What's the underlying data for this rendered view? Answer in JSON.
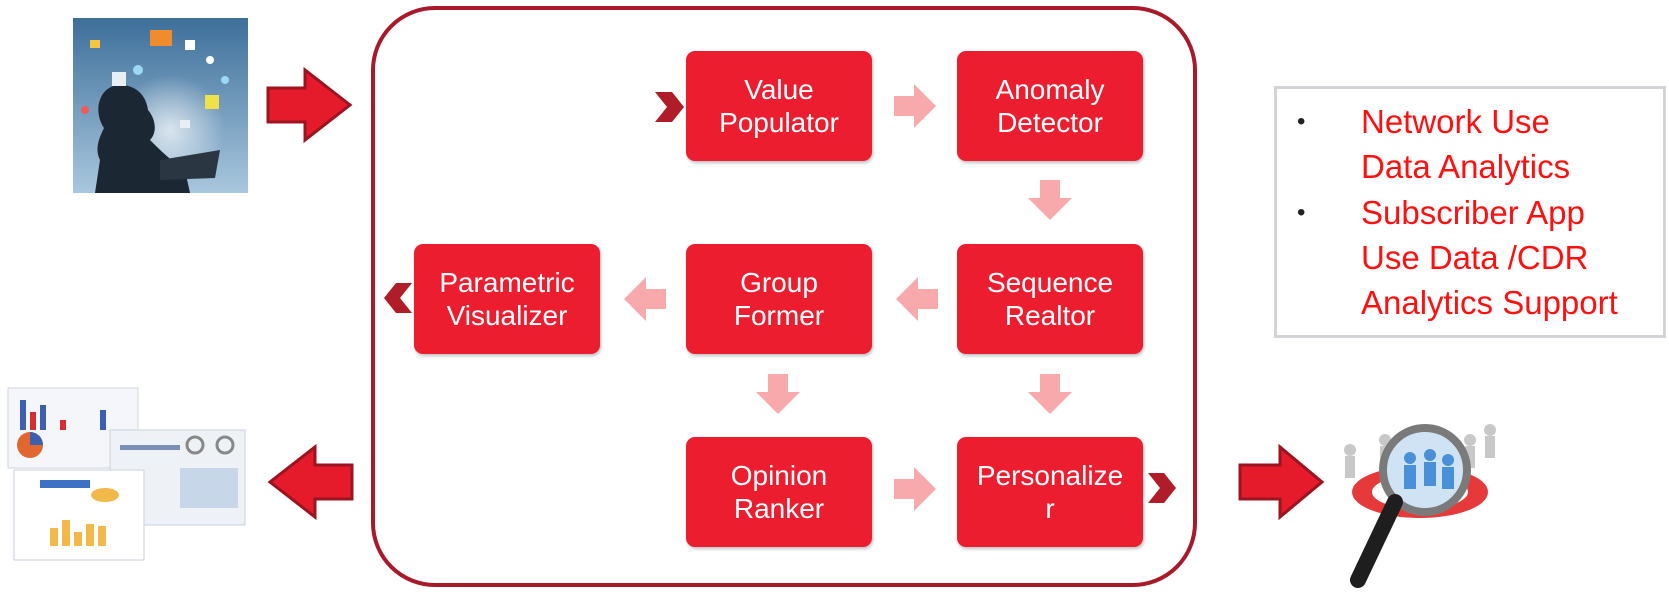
{
  "diagram": {
    "nodes": {
      "value_populator": "Value\nPopulator",
      "anomaly_detector": "Anomaly\nDetector",
      "sequence_realtor": "Sequence\nRealtor",
      "group_former": "Group\nFormer",
      "parametric_visualizer": "Parametric\nVisualizer",
      "opinion_ranker": "Opinion\nRanker",
      "personalizer": "Personalize\nr"
    },
    "bullets": [
      "Network Use\nData Analytics",
      "Subscriber App\nUse Data /CDR\nAnalytics Support"
    ],
    "bullet_symbol": "•",
    "images": {
      "top_left": "person-using-laptop-image",
      "bottom_left": "dashboard-screenshots-image",
      "bottom_right": "magnifier-over-people-image"
    },
    "colors": {
      "box_red": "#ec1d2e",
      "frame_red": "#a8192a",
      "arrow_red": "#e51a2a",
      "light_arrow": "#f7a9ac",
      "bullet_text": "#ff1010"
    }
  }
}
